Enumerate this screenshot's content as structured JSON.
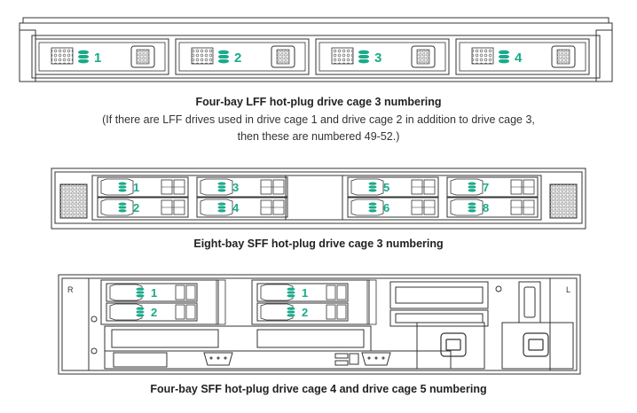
{
  "accent": "#1aaa8a",
  "captions": {
    "lff_title": "Four-bay LFF hot-plug drive cage 3 numbering",
    "lff_note_line1": "(If there are LFF drives used in drive cage 1 and drive cage 2 in addition to drive cage 3,",
    "lff_note_line2": "then these are numbered 49-52.)",
    "sff8_title": "Eight-bay SFF hot-plug drive cage 3 numbering",
    "sff4_title": "Four-bay SFF hot-plug drive cage 4 and drive cage 5 numbering"
  },
  "lff_bays": [
    "1",
    "2",
    "3",
    "4"
  ],
  "sff8_bays": [
    "1",
    "2",
    "3",
    "4",
    "5",
    "6",
    "7",
    "8"
  ],
  "rear_bays": [
    "1",
    "2",
    "1",
    "2"
  ],
  "rear_labels": {
    "left": "R",
    "right": "L"
  },
  "icons": [
    "drive-stack-icon",
    "vent-grille-icon",
    "power-connector-icon",
    "vga-port-icon",
    "usb-port-icon"
  ]
}
